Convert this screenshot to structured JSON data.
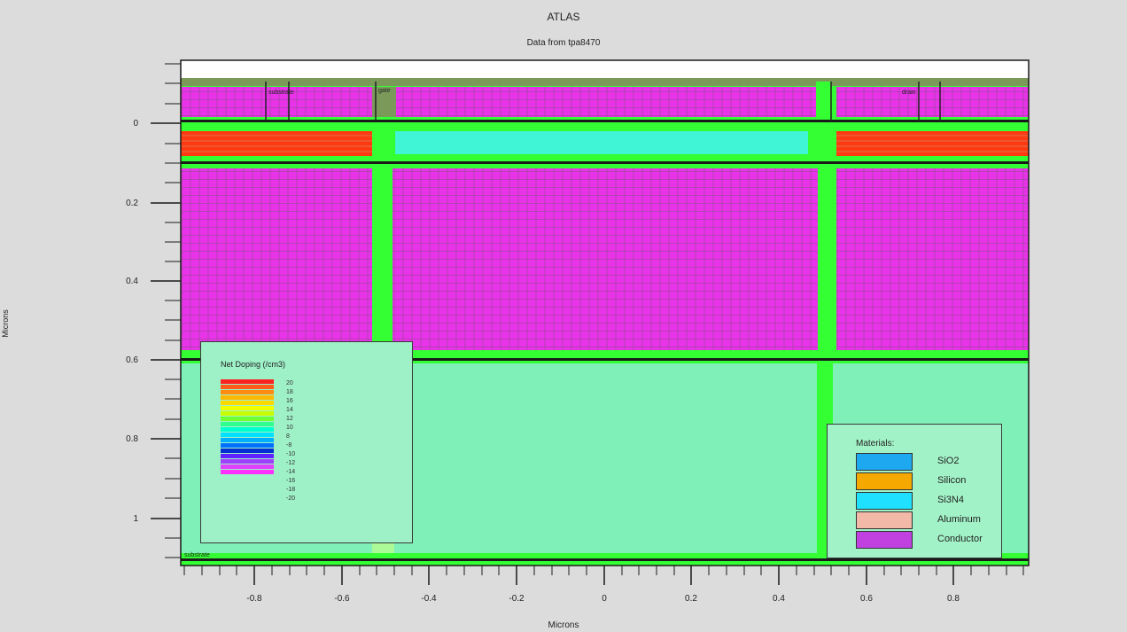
{
  "plot": {
    "title": "ATLAS",
    "subtitle": "Data from tpa8470",
    "y_axis_label": "Microns",
    "x_axis_label": "Microns",
    "x_ticks": [
      "-0.8",
      "-0.6",
      "-0.4",
      "-0.2",
      "0",
      "0.2",
      "0.4",
      "0.6",
      "0.8"
    ],
    "y_ticks": [
      "0",
      "0.2",
      "0.4",
      "0.6",
      "0.8",
      "1"
    ],
    "region_labels": [
      "substrate",
      "gate",
      "drain",
      "substrate"
    ]
  },
  "contour_legend": {
    "title": "Net Doping (/cm3)",
    "colors": [
      "#ff2020",
      "#ff5a1a",
      "#ff8c10",
      "#ffb800",
      "#ffd800",
      "#f0ff00",
      "#c8ff00",
      "#70ff30",
      "#30ff90",
      "#00ffd0",
      "#00e0ff",
      "#00b0ff",
      "#0070ff",
      "#0030d0",
      "#6020ff",
      "#a040ff",
      "#e040ff",
      "#ff30ff"
    ],
    "values": [
      "20",
      "18",
      "16",
      "14",
      "12",
      "10",
      "8",
      "-8",
      "-10",
      "-12",
      "-14",
      "-16",
      "-18",
      "-20"
    ]
  },
  "materials_legend": {
    "title": "Materials:",
    "items": [
      {
        "label": "SiO2",
        "color": "#1ea8f0"
      },
      {
        "label": "Silicon",
        "color": "#f5a800"
      },
      {
        "label": "Si3N4",
        "color": "#20e0ff"
      },
      {
        "label": "Aluminum",
        "color": "#f2b8a8"
      },
      {
        "label": "Conductor",
        "color": "#c040e0"
      }
    ]
  },
  "colors": {
    "background": "#dcdcdc",
    "substrate_green": "#33ff33",
    "silicon_mint": "#7ff0b8",
    "mesh_magenta": "#e833e8",
    "gate_red": "#ff3a10",
    "si3n4_cyan": "#40f5d5",
    "oxide_olive": "#7b9a5a"
  }
}
